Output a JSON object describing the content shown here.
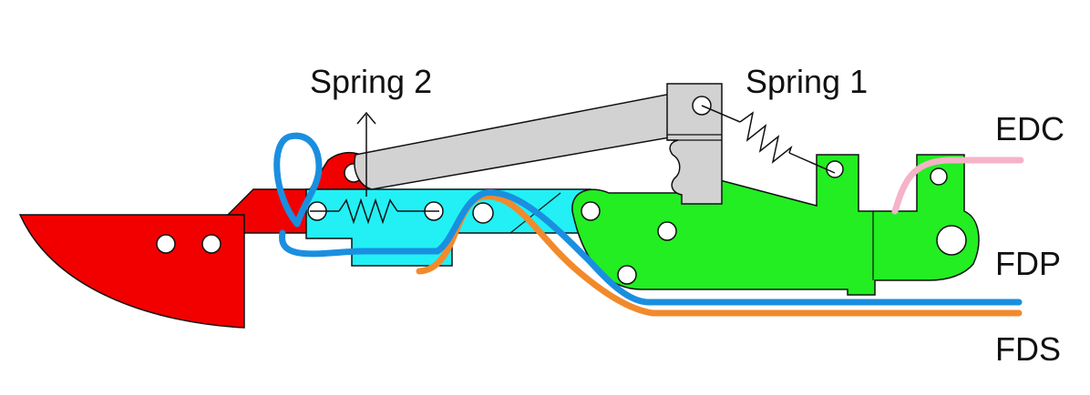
{
  "labels": {
    "spring2": "Spring 2",
    "spring1": "Spring 1",
    "edc": "EDC",
    "fdp": "FDP",
    "fds": "FDS"
  },
  "colors": {
    "distal_segment": "#f20000",
    "middle_segment": "#22f0f5",
    "proximal_segment": "#22ee22",
    "linkage_bar": "#d2d2d2",
    "edc_tendon": "#f5b3c8",
    "fdp_tendon": "#1a8fe0",
    "fds_tendon": "#f28a2c",
    "outline": "#111111"
  }
}
